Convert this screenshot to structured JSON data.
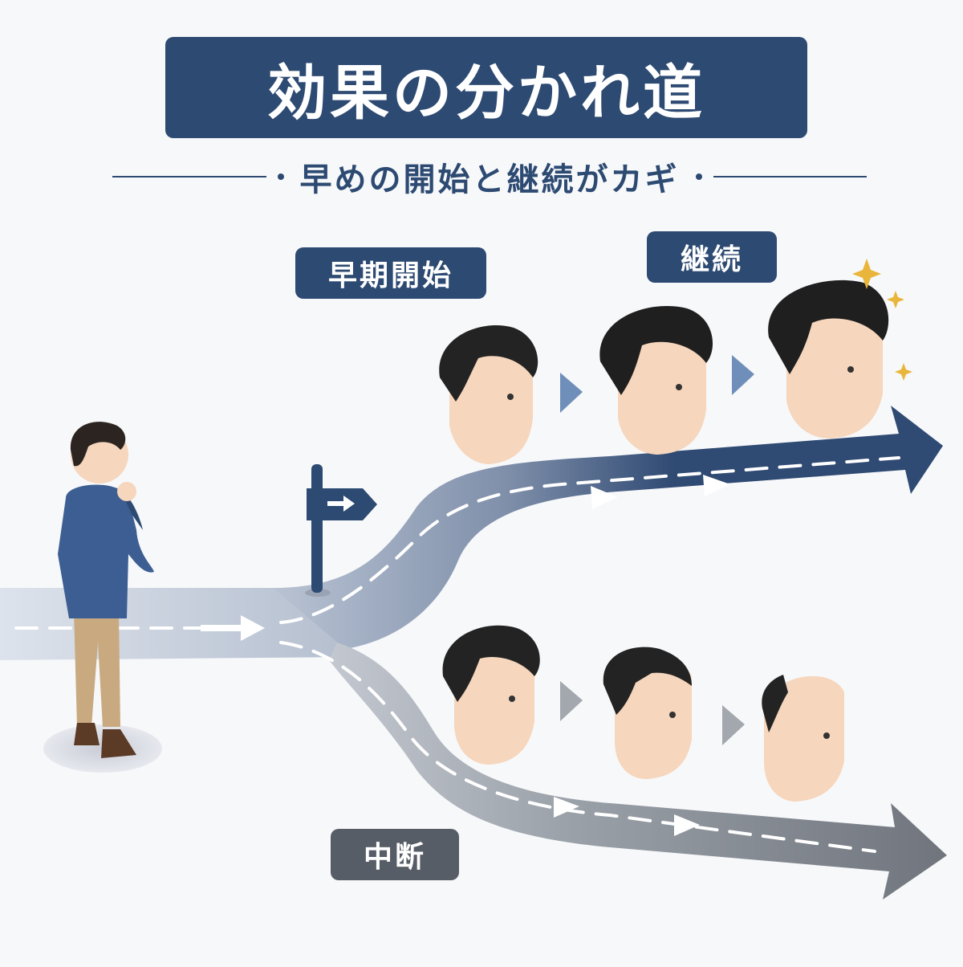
{
  "title": "効果の分かれ道",
  "subtitle": "早めの開始と継続がカギ",
  "labels": {
    "early_start": "早期開始",
    "continuation": "継続",
    "interruption": "中断"
  },
  "colors": {
    "navy": "#2d4a72",
    "gray_label": "#575d66",
    "upper_road": "#2f4a73",
    "lower_road": "#7a7f87",
    "stem_road": "#b8c2d2",
    "skin": "#f6d6bc",
    "hair": "#1f1f1f",
    "sparkle": "#e9b53a"
  },
  "icons": [
    "signpost-icon",
    "sparkle-icon",
    "arrow-right-icon"
  ]
}
